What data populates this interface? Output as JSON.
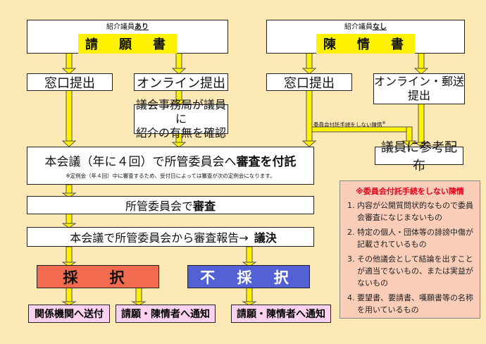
{
  "top_left": {
    "caption": "紹介議員",
    "caption_em": "あり",
    "title": "請　願　書"
  },
  "top_right": {
    "caption": "紹介議員",
    "caption_em": "なし",
    "title": "陳　情　書"
  },
  "madoguchi_left": "窓口提出",
  "online_left": "オンライン提出",
  "secretariat": [
    "議会事務局が議員に",
    "紹介の有無を確認"
  ],
  "madoguchi_right": "窓口提出",
  "online_mail": [
    "オンライン・郵送",
    "提出"
  ],
  "no_committee_label": "委員会付託手続をしない陳情",
  "no_committee_mark": "※",
  "reference": "議員に参考配布",
  "plenary": {
    "pre": "本会議（年に４回）で所管委員会へ",
    "em": "審査を付託",
    "note": "※定例会（年４回）中に審査するため、受付日によっては審査が次の定例会になります。"
  },
  "committee": {
    "pre": "所管委員会で",
    "em": "審査"
  },
  "report": {
    "pre": "本会議で所管委員会から審査報告→　",
    "em": "議決"
  },
  "adopt": "採　択",
  "reject": "不 採 択",
  "to_agencies": "関係機関へ送付",
  "notify_1": "請願・陳情者へ通知",
  "notify_2": "請願・陳情者へ通知",
  "panel": {
    "title": "※委員会付託手続をしない陳情",
    "items": [
      "内容が公開質問状的なもので委員会審査になじまないもの",
      "特定の個人・団体等の誹謗中傷が記載されているもの",
      "その他議会として結論を出すことが適当でないもの、または実益がないもの",
      "要望書、要請書、嘆願書等の名称を用いているもの"
    ]
  },
  "colors": {
    "background": "#FDE9B6",
    "arrow": "#FFF200",
    "adopt": "#F26A4F",
    "reject": "#5360D6",
    "notify": "#FAD2EF",
    "panel": "#F9CDB8"
  }
}
